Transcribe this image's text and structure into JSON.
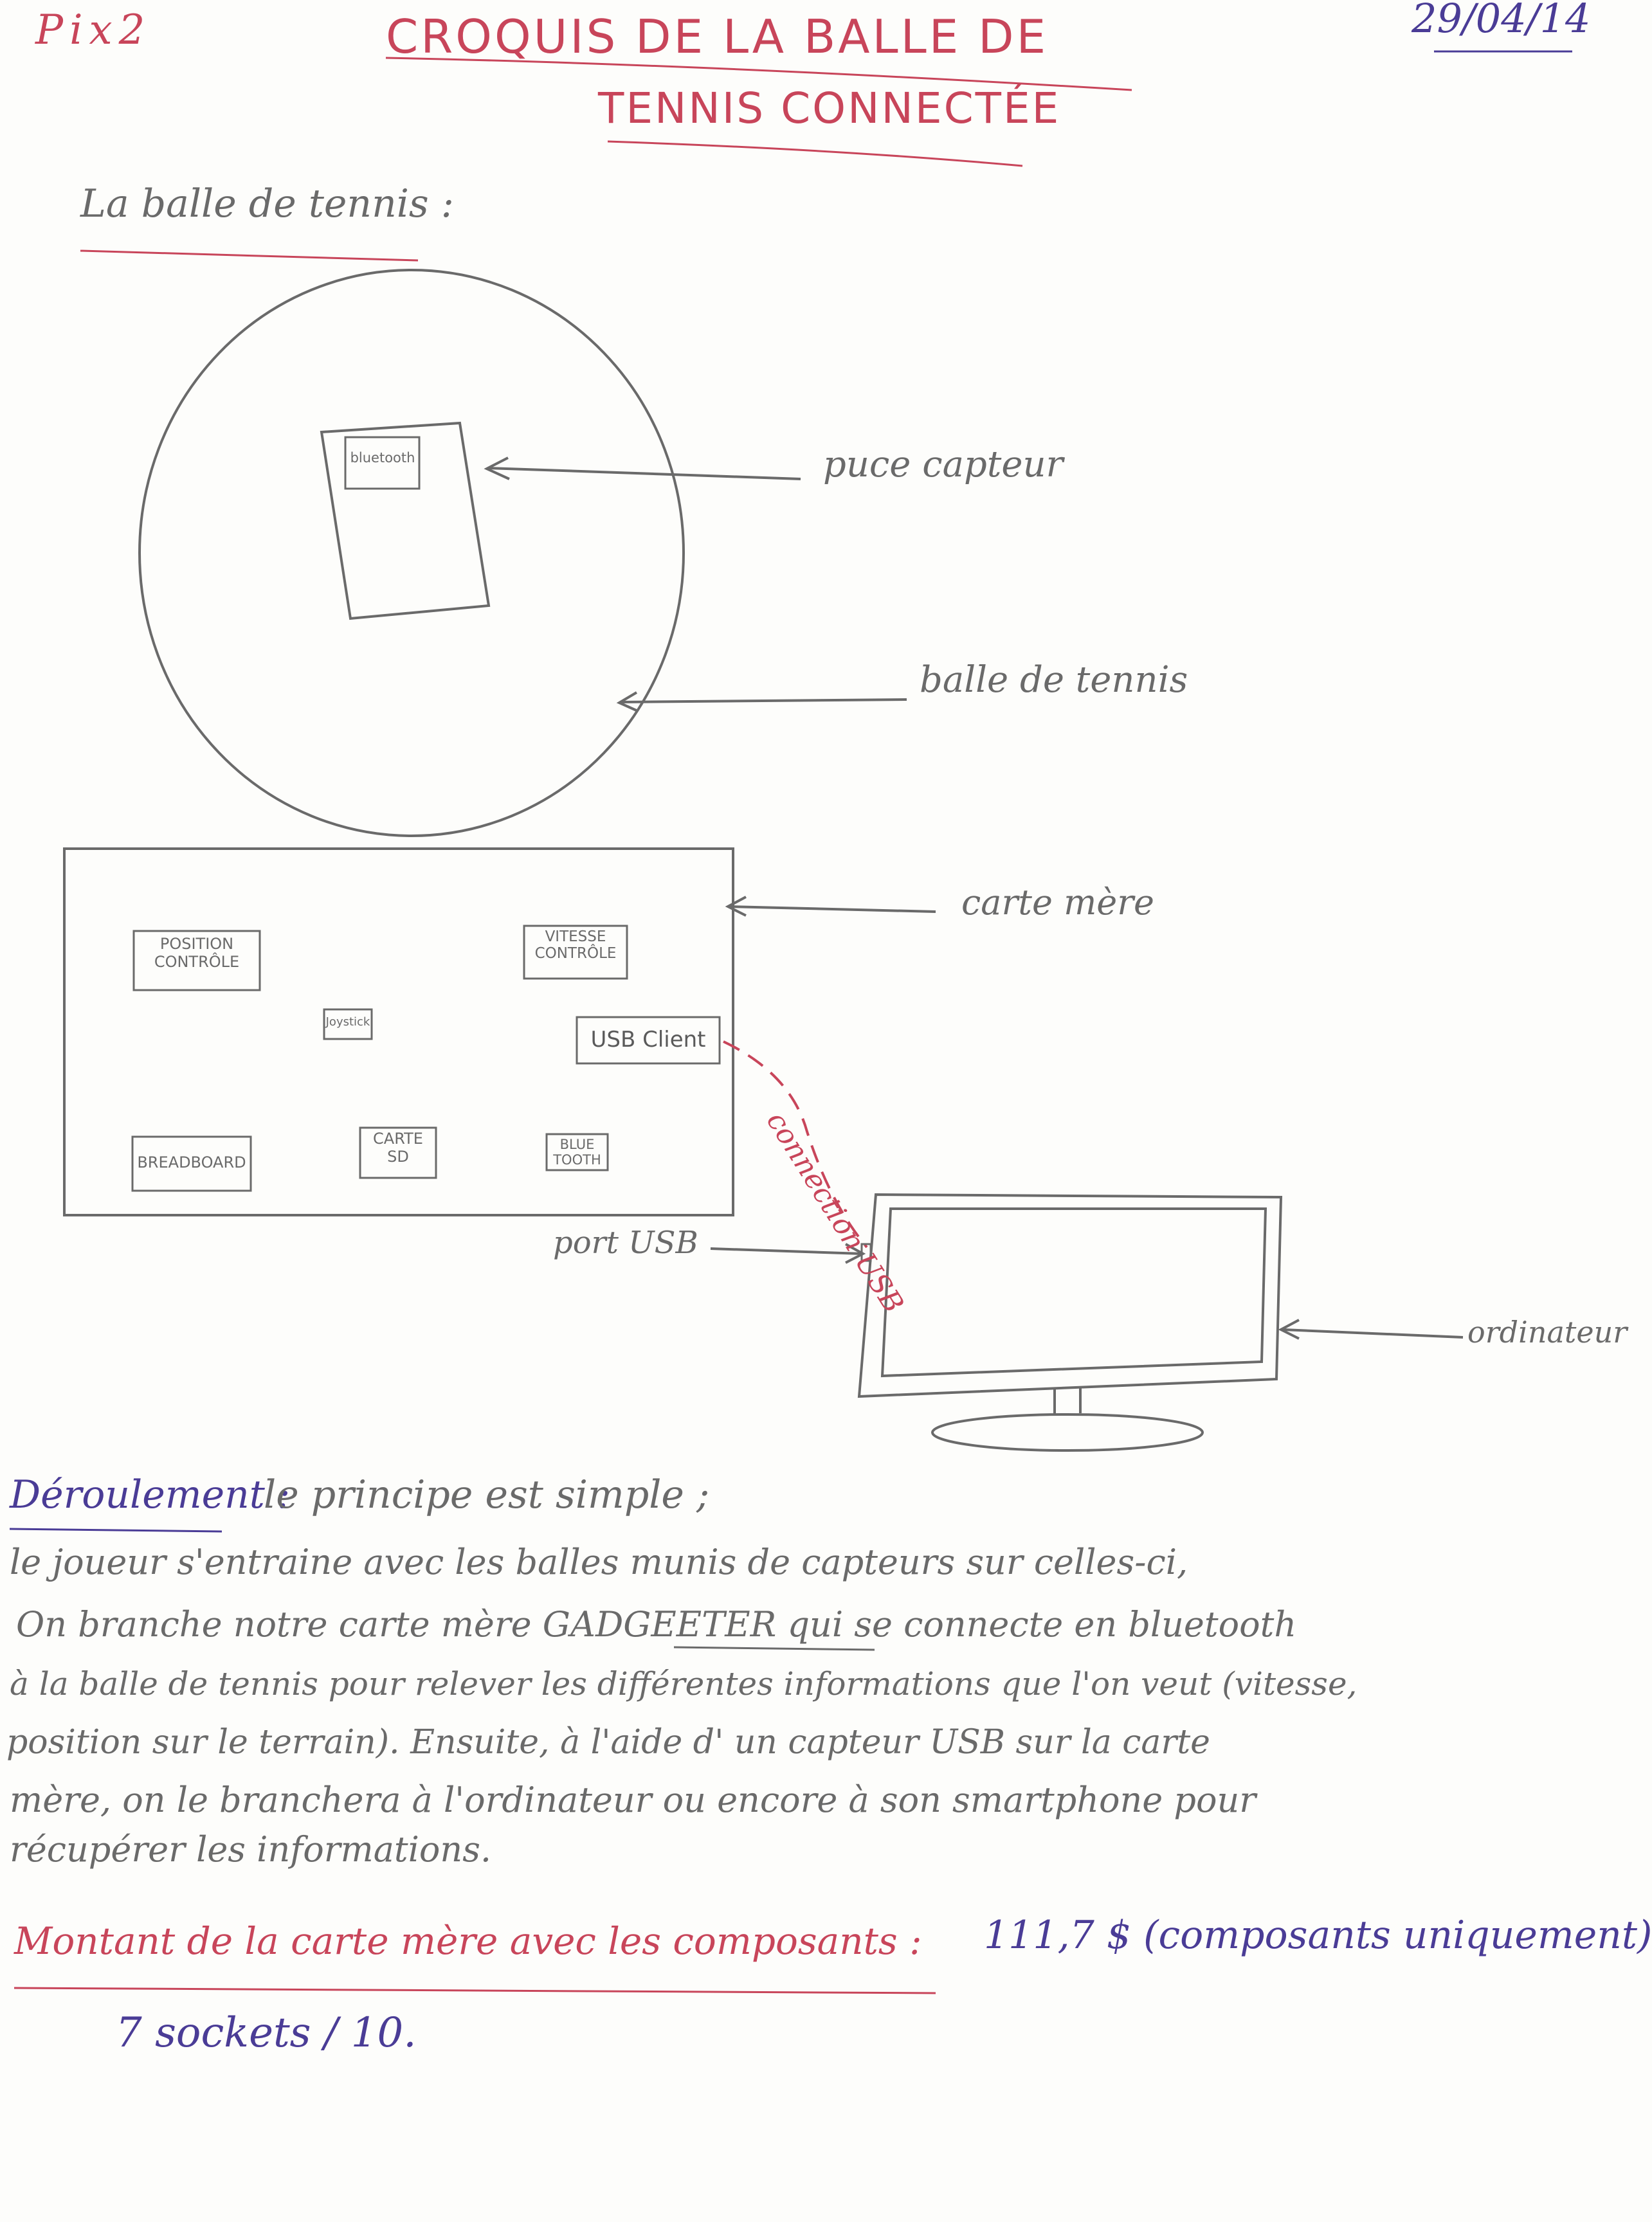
{
  "header": {
    "left_tag": "Pix2",
    "title_line1": "CROQUIS DE LA BALLE DE",
    "title_line2": "TENNIS CONNECTÉE",
    "date": "29/04/14"
  },
  "section": {
    "heading": "La balle de tennis :"
  },
  "ball_diagram": {
    "chip_inner": "bluetooth",
    "label_chip": "puce capteur",
    "label_ball": "balle de tennis"
  },
  "board_diagram": {
    "label_board": "carte mère",
    "components": {
      "position": "POSITION CONTRÔLE",
      "vitesse": "VITESSE CONTRÔLE",
      "joystick": "Joystick",
      "usb_client": "USB Client",
      "breadboard": "BREADBOARD",
      "carte_sd": "CARTE SD",
      "bluetooth": "BLUE TOOTH"
    },
    "connection_label": "connection USB",
    "port_label": "port USB",
    "computer_label": "ordinateur"
  },
  "text": {
    "deroulement_label": "Déroulement :",
    "deroulement_intro": "le principe est simple ;",
    "lines": [
      "le joueur s'entraine avec les balles munis de capteurs sur celles-ci,",
      "On branche notre carte mère GADGEETER qui se connecte en bluetooth",
      "à la balle de tennis pour relever les différentes informations que l'on veut (vitesse,",
      "position sur le terrain). Ensuite, à l'aide d' un capteur USB sur la carte",
      "mère, on le branchera à l'ordinateur ou encore à son smartphone pour",
      "récupérer les informations."
    ]
  },
  "montant": {
    "label": "Montant de la carte mère avec les composants :",
    "value": "111,7 $ (composants uniquement)",
    "sockets": "7 sockets / 10."
  },
  "colors": {
    "red_ink": "#c8455a",
    "pencil": "#6a6a6a",
    "blue_ink": "#4a3c96"
  }
}
